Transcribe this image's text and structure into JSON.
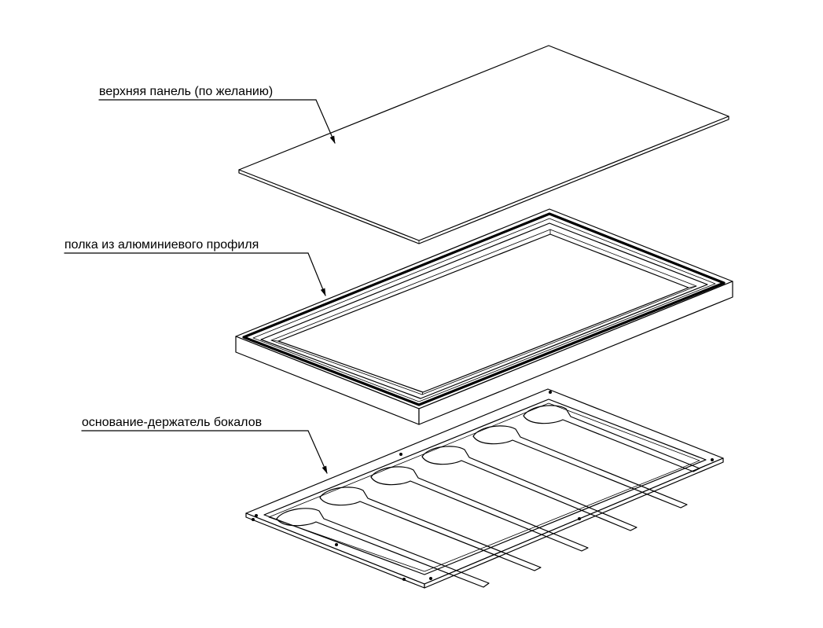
{
  "labels": {
    "top_panel": "верхняя панель (по желанию)",
    "aluminum_shelf": "полка из алюминиевого профиля",
    "glass_holder_base": "основание-держатель бокалов"
  },
  "colors": {
    "line": "#000000",
    "background": "#ffffff"
  }
}
